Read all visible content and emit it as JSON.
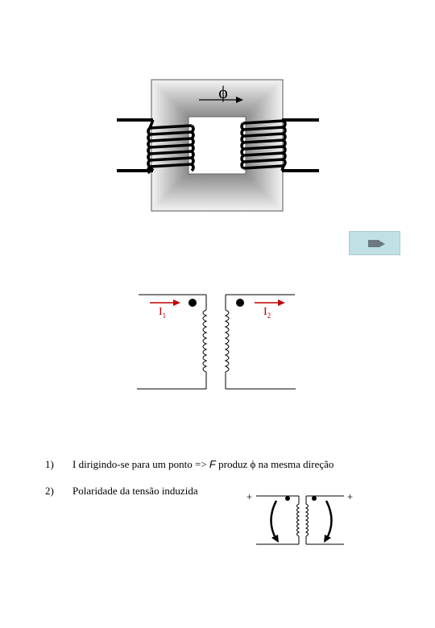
{
  "figure1": {
    "flux_symbol": "ϕ"
  },
  "button": {
    "icon": "video-camera-icon"
  },
  "figure2": {
    "current1_label": "I",
    "current1_sub": "1",
    "current2_label": "I",
    "current2_sub": "2",
    "arrow_color": "#c00000"
  },
  "list": [
    {
      "num": "1)",
      "text_before": "I dirigindo-se para um ponto => ",
      "text_italic": "F",
      "text_after": " produz ϕ na mesma direção"
    },
    {
      "num": "2)",
      "text": "Polaridade da tensão induzida"
    }
  ],
  "figure3": {
    "plus_left": "+",
    "plus_right": "+"
  }
}
